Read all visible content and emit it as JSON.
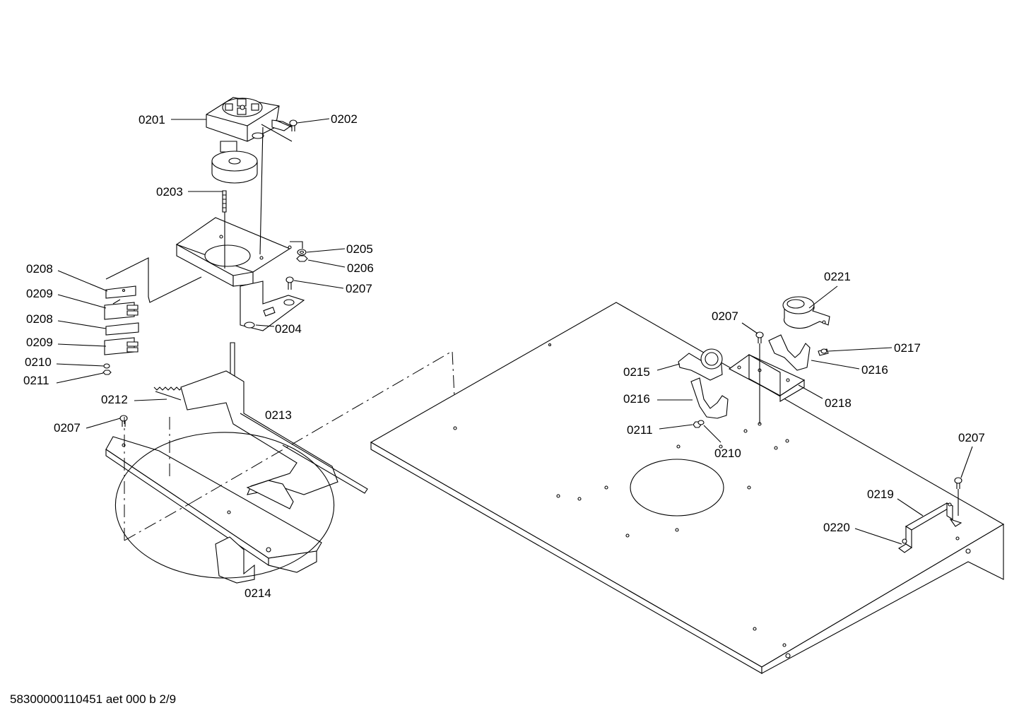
{
  "footer": "58300000110451 aet 000 b 2/9",
  "callouts": [
    {
      "id": "c0201",
      "label": "0201"
    },
    {
      "id": "c0202",
      "label": "0202"
    },
    {
      "id": "c0203",
      "label": "0203"
    },
    {
      "id": "c0205",
      "label": "0205"
    },
    {
      "id": "c0206",
      "label": "0206"
    },
    {
      "id": "c0207a",
      "label": "0207"
    },
    {
      "id": "c0204",
      "label": "0204"
    },
    {
      "id": "c0208a",
      "label": "0208"
    },
    {
      "id": "c0209a",
      "label": "0209"
    },
    {
      "id": "c0208b",
      "label": "0208"
    },
    {
      "id": "c0209b",
      "label": "0209"
    },
    {
      "id": "c0210a",
      "label": "0210"
    },
    {
      "id": "c0211a",
      "label": "0211"
    },
    {
      "id": "c0212",
      "label": "0212"
    },
    {
      "id": "c0213",
      "label": "0213"
    },
    {
      "id": "c0207b",
      "label": "0207"
    },
    {
      "id": "c0214",
      "label": "0214"
    },
    {
      "id": "c0221",
      "label": "0221"
    },
    {
      "id": "c0207c",
      "label": "0207"
    },
    {
      "id": "c0217",
      "label": "0217"
    },
    {
      "id": "c0215",
      "label": "0215"
    },
    {
      "id": "c0216a",
      "label": "0216"
    },
    {
      "id": "c0216b",
      "label": "0216"
    },
    {
      "id": "c0218",
      "label": "0218"
    },
    {
      "id": "c0211b",
      "label": "0211"
    },
    {
      "id": "c0210b",
      "label": "0210"
    },
    {
      "id": "c0207d",
      "label": "0207"
    },
    {
      "id": "c0219",
      "label": "0219"
    },
    {
      "id": "c0220",
      "label": "0220"
    }
  ]
}
